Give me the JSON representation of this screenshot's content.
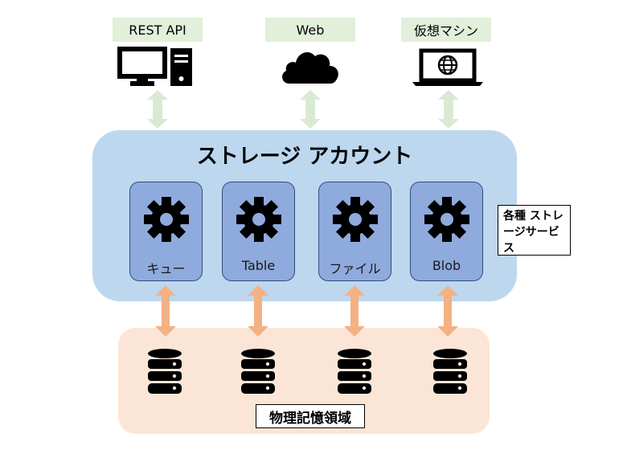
{
  "clients": [
    {
      "label": "REST API",
      "icon": "desktop-computer-icon"
    },
    {
      "label": "Web",
      "icon": "cloud-icon"
    },
    {
      "label": "仮想マシン",
      "icon": "laptop-globe-icon"
    }
  ],
  "storage_account": {
    "title": "ストレージ アカウント",
    "services": [
      {
        "label": "キュー",
        "icon": "gear-icon"
      },
      {
        "label": "Table",
        "icon": "gear-icon"
      },
      {
        "label": "ファイル",
        "icon": "gear-icon"
      },
      {
        "label": "Blob",
        "icon": "gear-icon"
      }
    ],
    "note": "各種 ストレージサービス"
  },
  "physical_storage": {
    "label": "物理記憶領域",
    "icon": "database-icon"
  },
  "colors": {
    "client_label_bg": "#e2efda",
    "client_arrow": "#d9ead3",
    "storage_bg": "#bdd7ee",
    "service_bg": "#8faadc",
    "storage_arrow": "#f4b183",
    "physical_bg": "#fbe5d6"
  }
}
